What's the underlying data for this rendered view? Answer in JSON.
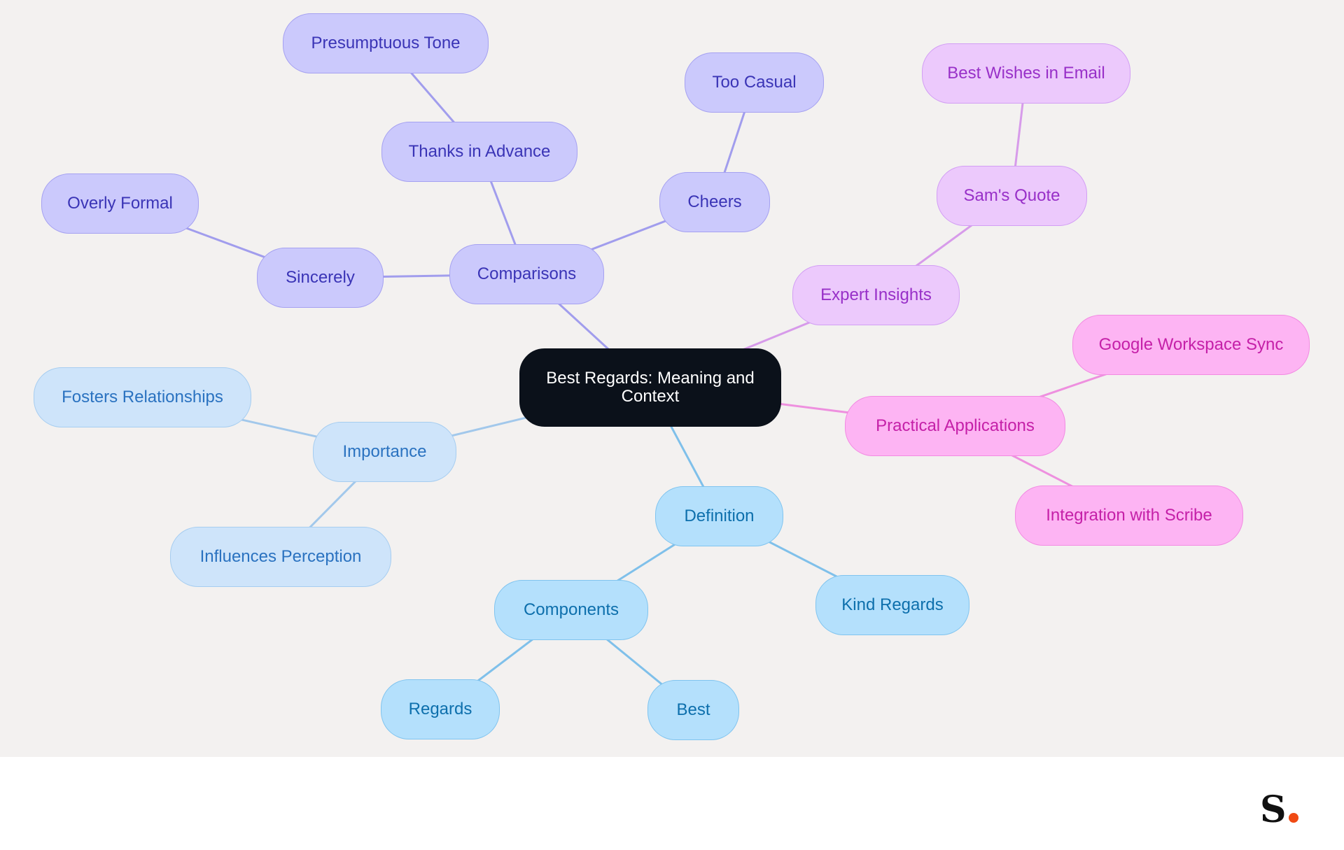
{
  "colors": {
    "canvas": "#f3f1f0",
    "root_fill": "#0b111a",
    "root_text": "#ffffff",
    "indigo": {
      "fill": "#cbc9fc",
      "border": "#a5a1f1",
      "text": "#3a34b6",
      "edge": "#a19ded"
    },
    "violet": {
      "fill": "#ecc9fc",
      "border": "#d29ef4",
      "text": "#9830c8",
      "edge": "#d79bea"
    },
    "pink": {
      "fill": "#fdb4f3",
      "border": "#f28ae2",
      "text": "#c520a8",
      "edge": "#ee90df"
    },
    "sky": {
      "fill": "#b4e0fc",
      "border": "#80c4ef",
      "text": "#0d6fac",
      "edge": "#7fc0ea"
    },
    "pale": {
      "fill": "#cee4fa",
      "border": "#a6cdf0",
      "text": "#2a72c0",
      "edge": "#a2c8eb"
    },
    "logo_dot": "#f04a14"
  },
  "mindmap": {
    "root": {
      "id": "root",
      "label": "Best Regards: Meaning and Context"
    },
    "nodes": [
      {
        "id": "comparisons",
        "label": "Comparisons",
        "parent": "root",
        "palette": "indigo"
      },
      {
        "id": "sincerely",
        "label": "Sincerely",
        "parent": "comparisons",
        "palette": "indigo"
      },
      {
        "id": "overly-formal",
        "label": "Overly Formal",
        "parent": "sincerely",
        "palette": "indigo"
      },
      {
        "id": "thanks-in-advance",
        "label": "Thanks in Advance",
        "parent": "comparisons",
        "palette": "indigo"
      },
      {
        "id": "presumptuous-tone",
        "label": "Presumptuous Tone",
        "parent": "thanks-in-advance",
        "palette": "indigo"
      },
      {
        "id": "cheers",
        "label": "Cheers",
        "parent": "comparisons",
        "palette": "indigo"
      },
      {
        "id": "too-casual",
        "label": "Too Casual",
        "parent": "cheers",
        "palette": "indigo"
      },
      {
        "id": "expert-insights",
        "label": "Expert Insights",
        "parent": "root",
        "palette": "violet"
      },
      {
        "id": "sams-quote",
        "label": "Sam's Quote",
        "parent": "expert-insights",
        "palette": "violet"
      },
      {
        "id": "best-wishes-in-email",
        "label": "Best Wishes in Email",
        "parent": "sams-quote",
        "palette": "violet"
      },
      {
        "id": "practical-applications",
        "label": "Practical Applications",
        "parent": "root",
        "palette": "pink"
      },
      {
        "id": "google-workspace-sync",
        "label": "Google Workspace Sync",
        "parent": "practical-applications",
        "palette": "pink"
      },
      {
        "id": "integration-with-scribe",
        "label": "Integration with Scribe",
        "parent": "practical-applications",
        "palette": "pink"
      },
      {
        "id": "definition",
        "label": "Definition",
        "parent": "root",
        "palette": "sky"
      },
      {
        "id": "components",
        "label": "Components",
        "parent": "definition",
        "palette": "sky"
      },
      {
        "id": "regards",
        "label": "Regards",
        "parent": "components",
        "palette": "sky"
      },
      {
        "id": "best",
        "label": "Best",
        "parent": "components",
        "palette": "sky"
      },
      {
        "id": "kind-regards",
        "label": "Kind Regards",
        "parent": "definition",
        "palette": "sky"
      },
      {
        "id": "importance",
        "label": "Importance",
        "parent": "root",
        "palette": "pale"
      },
      {
        "id": "fosters-relationships",
        "label": "Fosters Relationships",
        "parent": "importance",
        "palette": "pale"
      },
      {
        "id": "influences-perception",
        "label": "Influences Perception",
        "parent": "importance",
        "palette": "pale"
      }
    ]
  },
  "logo": {
    "letter": "S",
    "icon": "dot-icon"
  }
}
